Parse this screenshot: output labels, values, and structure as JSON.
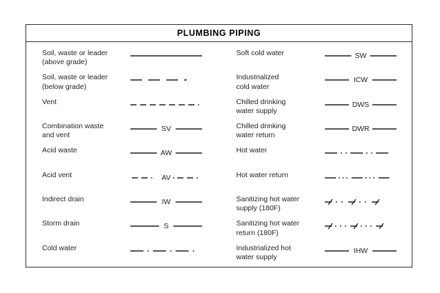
{
  "title": "PLUMBING PIPING",
  "columns": [
    {
      "id": "left",
      "rows": [
        {
          "label": "Soil, waste or leader\n(above grade)",
          "symbol_style": "solid",
          "symbol_text": ""
        },
        {
          "label": "Soil, waste or leader\n(below grade)",
          "symbol_style": "long-dash",
          "symbol_text": ""
        },
        {
          "label": "Vent",
          "symbol_style": "dash",
          "symbol_text": ""
        },
        {
          "label": "Combination waste\nand vent",
          "symbol_style": "labeled-line",
          "symbol_text": "SV"
        },
        {
          "label": "Acid waste",
          "symbol_style": "labeled-line",
          "symbol_text": "AW"
        },
        {
          "label": "Acid vent",
          "symbol_style": "labeled-dash-dash-dot",
          "symbol_text": "AV"
        },
        {
          "label": "Indirect drain",
          "symbol_style": "labeled-line",
          "symbol_text": "IW"
        },
        {
          "label": "Storm drain",
          "symbol_style": "labeled-line",
          "symbol_text": "S"
        },
        {
          "label": "Cold water",
          "symbol_style": "dash-dot",
          "symbol_text": ""
        }
      ]
    },
    {
      "id": "right",
      "rows": [
        {
          "label": "Soft cold water",
          "symbol_style": "labeled-line",
          "symbol_text": "SW"
        },
        {
          "label": "Industrialized\ncold water",
          "symbol_style": "labeled-line",
          "symbol_text": "ICW"
        },
        {
          "label": "Chilled drinking\nwater supply",
          "symbol_style": "labeled-line",
          "symbol_text": "DWS"
        },
        {
          "label": "Chilled drinking\nwater return",
          "symbol_style": "labeled-line",
          "symbol_text": "DWR"
        },
        {
          "label": "Hot water",
          "symbol_style": "dash-dot-dot",
          "symbol_text": ""
        },
        {
          "label": "Hot water return",
          "symbol_style": "dash-dot-dot-dot",
          "symbol_text": ""
        },
        {
          "label": "Sanitizing hot water\nsupply (180F)",
          "symbol_style": "tick-dot-dot",
          "symbol_text": ""
        },
        {
          "label": "Sanitizing hot water\nreturn (180F)",
          "symbol_style": "tick-dot-dot-dot",
          "symbol_text": ""
        },
        {
          "label": "Industrialized hot\nwater supply",
          "symbol_style": "labeled-line",
          "symbol_text": "IHW"
        }
      ]
    }
  ],
  "colors": {
    "border": "#2b2b2b",
    "text": "#1a1a1a",
    "background": "#ffffff",
    "line": "#1a1a1a"
  }
}
